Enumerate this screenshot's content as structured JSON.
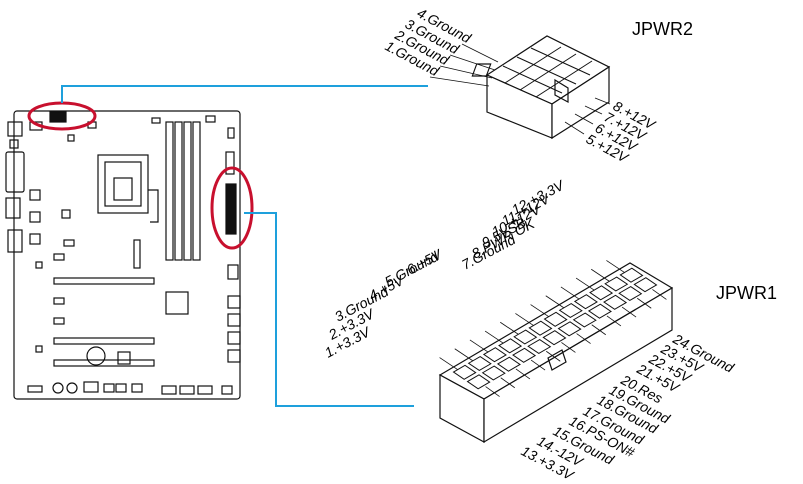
{
  "connectors": {
    "jpwr2": {
      "title": "JPWR2",
      "left_pins": [
        "4.Ground",
        "3.Ground",
        "2.Ground",
        "1.Ground"
      ],
      "right_pins": [
        "8.+12V",
        "7.+12V",
        "6.+12V",
        "5.+12V"
      ]
    },
    "jpwr1": {
      "title": "JPWR1",
      "left_pins": [
        "12.+3.3V",
        "11.+12V",
        "10.+12V",
        "9.5VSB",
        "8.PWR OK",
        "7.Ground",
        "6.+5V",
        "5.Ground",
        "4.+5V",
        "3.Ground",
        "2.+3.3V",
        "1.+3.3V"
      ],
      "right_pins": [
        "24.Ground",
        "23.+5V",
        "22.+5V",
        "21.+5V",
        "20.Res",
        "19.Ground",
        "18.Ground",
        "17.Ground",
        "16.PS-ON#",
        "15.Ground",
        "14.-12V",
        "13.+3.3V"
      ]
    }
  },
  "colors": {
    "callout": "#1ea0dc",
    "highlight": "#c8102e",
    "board": "#111111"
  }
}
